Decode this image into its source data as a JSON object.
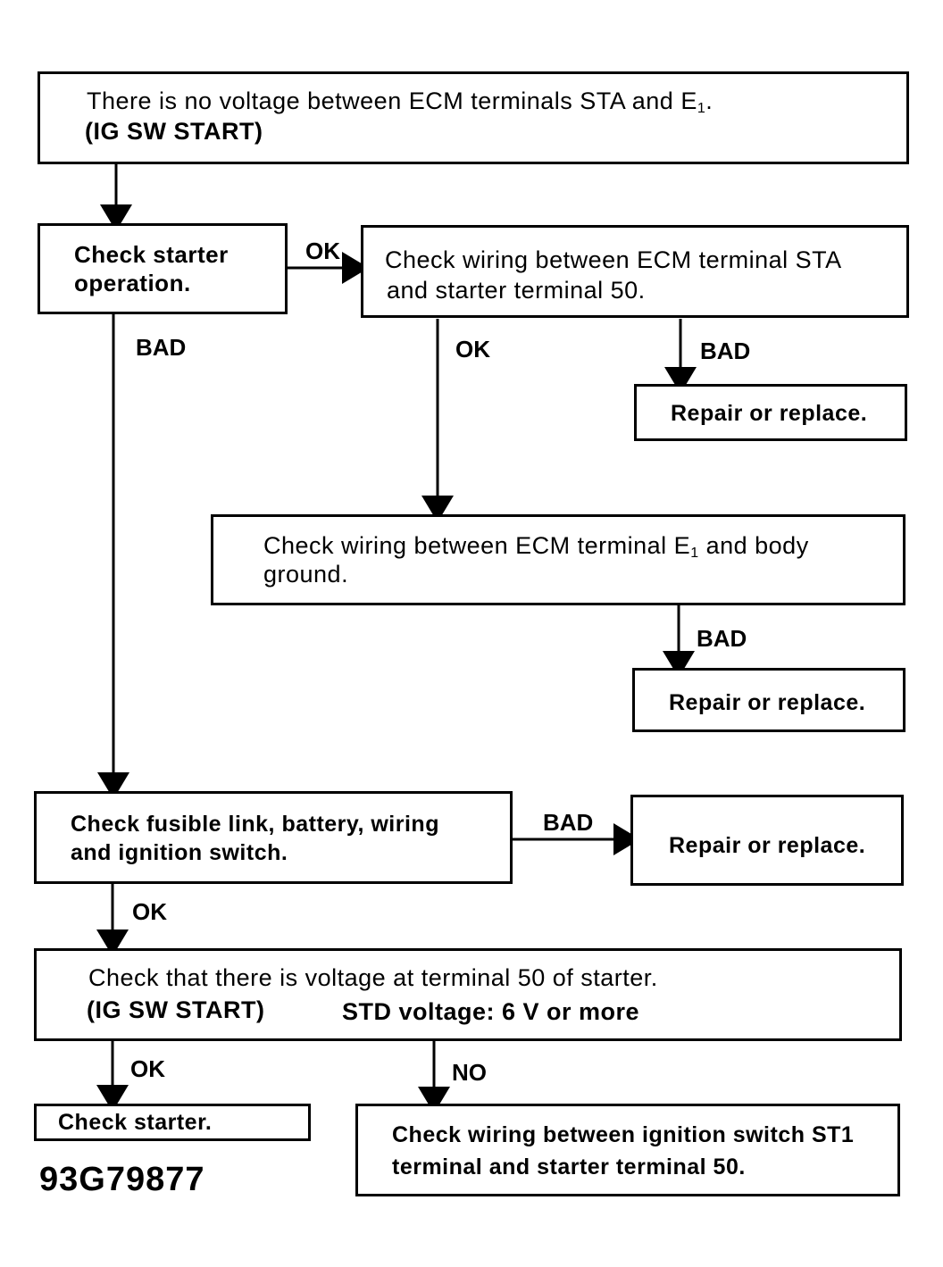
{
  "top": {
    "line1_prefix": "There is no voltage between ECM terminals STA and E",
    "line1_sub": "1",
    "line1_suffix": ".",
    "line2": "(IG SW START)"
  },
  "starter_check": {
    "line1": "Check starter",
    "line2": "operation."
  },
  "wiring_sta": {
    "line1": "Check wiring between ECM terminal STA",
    "line2": "and starter terminal 50."
  },
  "repair1": "Repair or replace.",
  "wiring_e1": {
    "line1_prefix": "Check wiring between ECM terminal E",
    "line1_sub": "1",
    "line1_suffix": " and body",
    "line2": "ground."
  },
  "repair2": "Repair or replace.",
  "fusible": {
    "line1": "Check fusible link, battery, wiring",
    "line2": "and ignition switch."
  },
  "repair3": "Repair or replace.",
  "voltage": {
    "line1": "Check that there is voltage at terminal 50 of starter.",
    "line2a": "(IG SW START)",
    "line2b": "STD voltage: 6 V or more"
  },
  "starter": "Check starter.",
  "ignition": {
    "line1": "Check wiring between ignition switch ST1",
    "line2": "terminal and starter terminal 50."
  },
  "labels": {
    "ok1": "OK",
    "bad1": "BAD",
    "ok2": "OK",
    "bad2": "BAD",
    "bad3": "BAD",
    "bad4": "BAD",
    "ok3": "OK",
    "ok4": "OK",
    "no": "NO"
  },
  "figure_code": "93G79877"
}
